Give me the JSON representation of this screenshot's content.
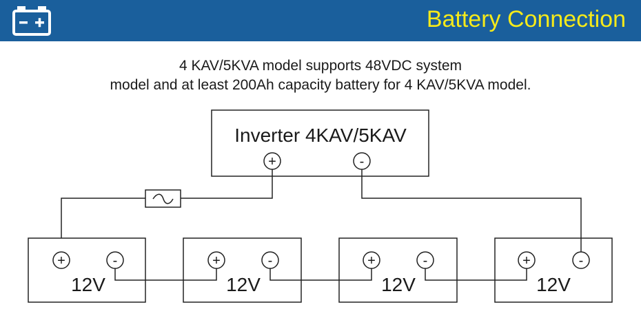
{
  "header": {
    "title": "Battery Connection",
    "icon": "battery-icon",
    "background_color": "#1a5f9c",
    "title_color": "#f6ea1a"
  },
  "intro": {
    "line1": "4 KAV/5KVA model supports 48VDC system",
    "line2": "model and at least 200Ah capacity battery for 4 KAV/5KVA model."
  },
  "inverter": {
    "label": "Inverter 4KAV/5KAV",
    "positive_symbol": "+",
    "negative_symbol": "-"
  },
  "fuse": {
    "icon": "fuse-icon"
  },
  "batteries": [
    {
      "label": "12V",
      "positive_symbol": "+",
      "negative_symbol": "-"
    },
    {
      "label": "12V",
      "positive_symbol": "+",
      "negative_symbol": "-"
    },
    {
      "label": "12V",
      "positive_symbol": "+",
      "negative_symbol": "-"
    },
    {
      "label": "12V",
      "positive_symbol": "+",
      "negative_symbol": "-"
    }
  ]
}
